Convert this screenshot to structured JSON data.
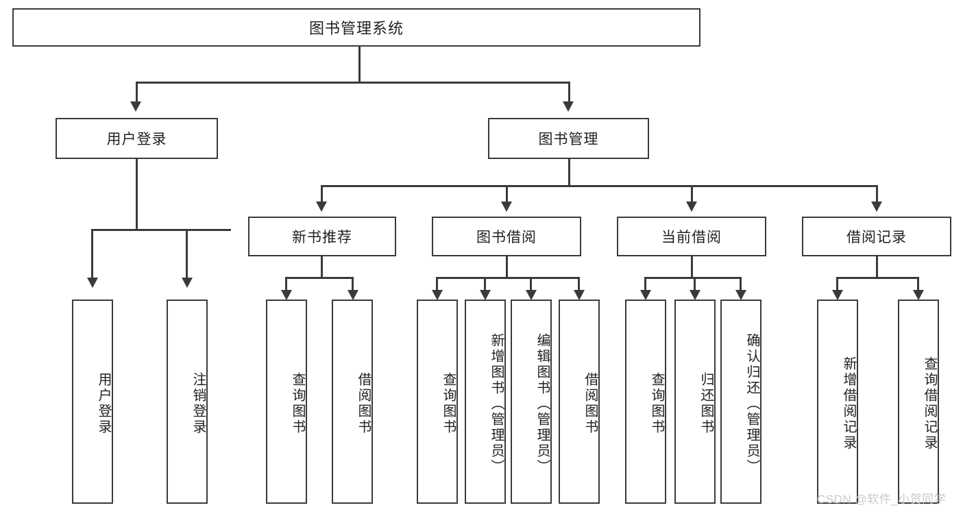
{
  "diagram": {
    "title": "图书管理系统",
    "type": "hierarchy-tree",
    "root": {
      "label": "图书管理系统"
    },
    "level2": [
      {
        "label": "用户登录"
      },
      {
        "label": "图书管理"
      }
    ],
    "level3": [
      {
        "label": "新书推荐"
      },
      {
        "label": "图书借阅"
      },
      {
        "label": "当前借阅"
      },
      {
        "label": "借阅记录"
      }
    ],
    "leaves": {
      "user_login": [
        {
          "label": "用户登录"
        },
        {
          "label": "注销登录"
        }
      ],
      "new_book_recommend": [
        {
          "label": "查询图书"
        },
        {
          "label": "借阅图书"
        }
      ],
      "book_borrow": [
        {
          "label": "查询图书"
        },
        {
          "label": "新增图书（管理员）"
        },
        {
          "label": "编辑图书（管理员）"
        },
        {
          "label": "借阅图书"
        }
      ],
      "current_borrow": [
        {
          "label": "查询图书"
        },
        {
          "label": "归还图书"
        },
        {
          "label": "确认归还（管理员）"
        }
      ],
      "borrow_record": [
        {
          "label": "新增借阅记录"
        },
        {
          "label": "查询借阅记录"
        }
      ]
    }
  },
  "watermark": {
    "text": "CSDN @软件_小贺同学"
  },
  "colors": {
    "stroke": "#3a3a3a",
    "background": "#ffffff",
    "text": "#222222",
    "watermark": "#c9c9c9"
  }
}
